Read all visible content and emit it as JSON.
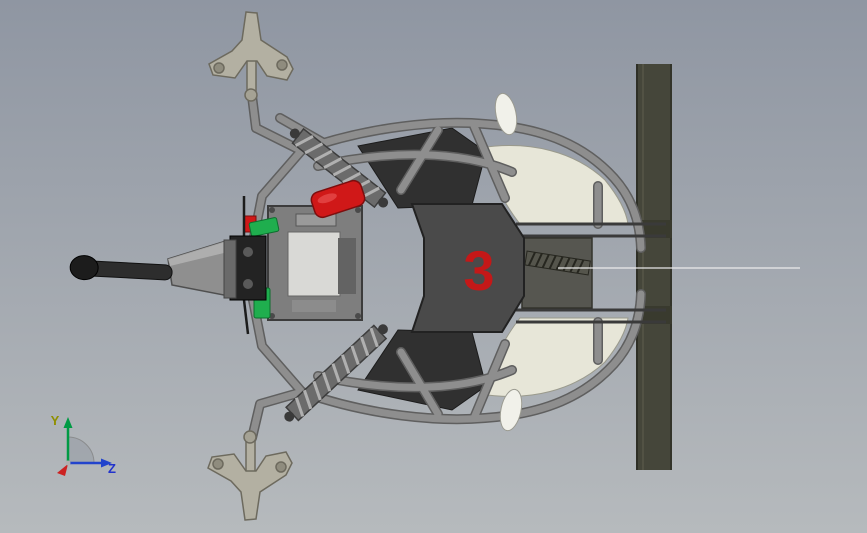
{
  "viewport": {
    "background_top": "#8f96a2",
    "background_bottom": "#b6babd"
  },
  "triad": {
    "y_label": "Y",
    "z_label": "Z",
    "y_axis_color": "#009a44",
    "z_axis_color": "#2244cc",
    "x_axis_color": "#cc2222",
    "y_label_color": "#8f8f00",
    "z_label_color": "#2233cc"
  },
  "model": {
    "logo_text": "3",
    "logo_color": "#c41818",
    "frame_color": "#8e8e8e",
    "frame_shadow_color": "#5f5f5f",
    "dark_panel_color": "#303030",
    "center_plate_color": "#4a4a4a",
    "body_panel_color": "#e7e6d8",
    "knuckle_color": "#b3b0a2",
    "accent_red": "#d01818",
    "accent_green": "#1fae4e",
    "wall_color": "#45463a",
    "centerline_color": "#f0f0f0"
  }
}
